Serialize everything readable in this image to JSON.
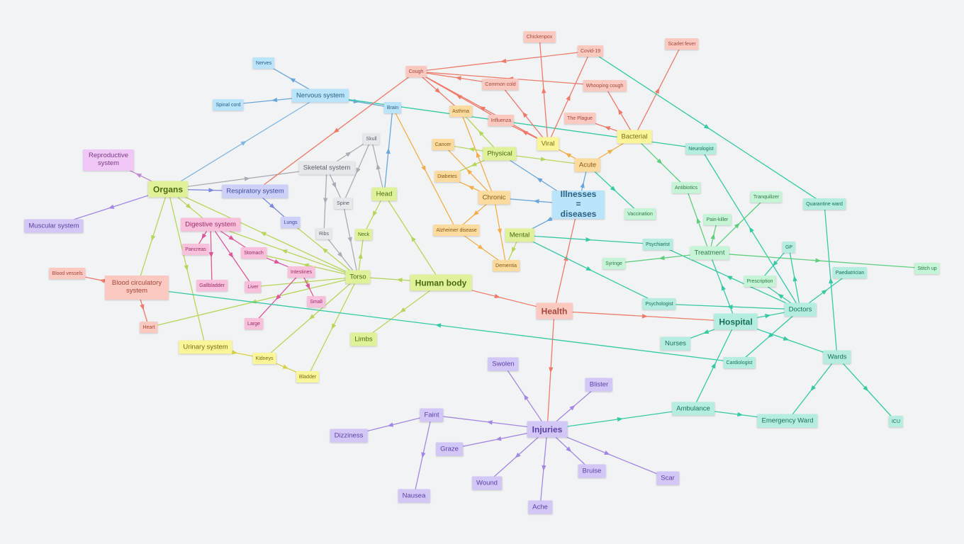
{
  "nodes": {
    "human_body": {
      "label": "Human body",
      "color": "lime"
    },
    "organs": {
      "label": "Organs",
      "color": "lime"
    },
    "torso": {
      "label": "Torso",
      "color": "lime"
    },
    "head": {
      "label": "Head",
      "color": "lime"
    },
    "limbs": {
      "label": "Limbs",
      "color": "lime"
    },
    "neck": {
      "label": "Neck",
      "color": "lime"
    },
    "nervous_system": {
      "label": "Nervous system",
      "color": "blue"
    },
    "nerves": {
      "label": "Nerves",
      "color": "blue"
    },
    "spinal_cord": {
      "label": "Spinal cord",
      "color": "blue"
    },
    "brain": {
      "label": "Brain",
      "color": "blue"
    },
    "reproductive_system": {
      "label": "Reproductive system",
      "color": "violet"
    },
    "muscular_system": {
      "label": "Muscular system",
      "color": "purple"
    },
    "respiratory_system": {
      "label": "Respiratory system",
      "color": "lav"
    },
    "lungs": {
      "label": "Lungs",
      "color": "lav"
    },
    "skeletal_system": {
      "label": "Skeletal system",
      "color": "grey"
    },
    "skull": {
      "label": "Skull",
      "color": "grey"
    },
    "spine": {
      "label": "Spine",
      "color": "grey"
    },
    "ribs": {
      "label": "Ribs",
      "color": "grey"
    },
    "digestive_system": {
      "label": "Digestive system",
      "color": "pink"
    },
    "pancreas": {
      "label": "Pancreas",
      "color": "pink"
    },
    "stomach": {
      "label": "Stomach",
      "color": "pink"
    },
    "intestines": {
      "label": "Intestines",
      "color": "pink"
    },
    "gallbladder": {
      "label": "Gallbladder",
      "color": "pink"
    },
    "liver": {
      "label": "Liver",
      "color": "pink"
    },
    "small": {
      "label": "Small",
      "color": "pink"
    },
    "large": {
      "label": "Large",
      "color": "pink"
    },
    "blood_circulatory_system": {
      "label": "Blood circulatory system",
      "color": "salmon"
    },
    "blood_vessels": {
      "label": "Blood vessels",
      "color": "salmon"
    },
    "heart": {
      "label": "Heart",
      "color": "salmon"
    },
    "urinary_system": {
      "label": "Urinary system",
      "color": "yellow"
    },
    "kidneys": {
      "label": "Kidneys",
      "color": "yellow"
    },
    "bladder": {
      "label": "Bladder",
      "color": "yellow"
    },
    "illnesses": {
      "label": "Illnesses = diseases",
      "color": "blue"
    },
    "physical": {
      "label": "Physical",
      "color": "lime"
    },
    "mental": {
      "label": "Mental",
      "color": "lime"
    },
    "chronic": {
      "label": "Chronic",
      "color": "orange"
    },
    "acute": {
      "label": "Acute",
      "color": "orange"
    },
    "viral": {
      "label": "Viral",
      "color": "yellow"
    },
    "bacterial": {
      "label": "Bacterial",
      "color": "yellow"
    },
    "cancer": {
      "label": "Cancer",
      "color": "orange"
    },
    "diabetes": {
      "label": "Diabetes",
      "color": "orange"
    },
    "asthma": {
      "label": "Asthma",
      "color": "orange"
    },
    "alzheimer": {
      "label": "Alzheimer disease",
      "color": "orange"
    },
    "dementia": {
      "label": "Dementia",
      "color": "orange"
    },
    "cough": {
      "label": "Cough",
      "color": "salmon"
    },
    "common_cold": {
      "label": "Common cold",
      "color": "salmon"
    },
    "influenza": {
      "label": "Influenza",
      "color": "salmon"
    },
    "chickenpox": {
      "label": "Chickenpox",
      "color": "salmon"
    },
    "covid": {
      "label": "Covid-19",
      "color": "salmon"
    },
    "whooping_cough": {
      "label": "Whooping cough",
      "color": "salmon"
    },
    "the_plague": {
      "label": "The Plague",
      "color": "salmon"
    },
    "scarlet_fever": {
      "label": "Scarlet fever",
      "color": "salmon"
    },
    "health": {
      "label": "Health",
      "color": "salmon"
    },
    "hospital": {
      "label": "Hospital",
      "color": "teal"
    },
    "doctors": {
      "label": "Doctors",
      "color": "teal"
    },
    "nurses": {
      "label": "Nurses",
      "color": "teal"
    },
    "wards": {
      "label": "Wards",
      "color": "teal"
    },
    "icu": {
      "label": "ICU",
      "color": "teal"
    },
    "cardiologist": {
      "label": "Cardiologist",
      "color": "teal"
    },
    "psychologist": {
      "label": "Psychologist",
      "color": "teal"
    },
    "psychiatrist": {
      "label": "Psychiarist",
      "color": "teal"
    },
    "neurologist": {
      "label": "Neurologist",
      "color": "teal"
    },
    "quarantine_ward": {
      "label": "Quarantine ward",
      "color": "teal"
    },
    "paediatrician": {
      "label": "Paediatrician",
      "color": "teal"
    },
    "gp": {
      "label": "GP",
      "color": "teal"
    },
    "ambulance": {
      "label": "Ambulance",
      "color": "teal"
    },
    "emergency_ward": {
      "label": "Emergency Ward",
      "color": "teal"
    },
    "treatment": {
      "label": "Treatment",
      "color": "mint"
    },
    "antibiotics": {
      "label": "Antibiotics",
      "color": "mint"
    },
    "tranquilizer": {
      "label": "Tranquilizer",
      "color": "mint"
    },
    "pain_killer": {
      "label": "Pain-killer",
      "color": "mint"
    },
    "vaccination": {
      "label": "Vaccination",
      "color": "mint"
    },
    "syringe": {
      "label": "Syringe",
      "color": "mint"
    },
    "prescription": {
      "label": "Prescription",
      "color": "mint"
    },
    "stitch_up": {
      "label": "Stitch up",
      "color": "mint"
    },
    "injuries": {
      "label": "Injuries",
      "color": "purple"
    },
    "swolen": {
      "label": "Swolen",
      "color": "purple"
    },
    "blister": {
      "label": "Blister",
      "color": "purple"
    },
    "faint": {
      "label": "Faint",
      "color": "purple"
    },
    "dizziness": {
      "label": "Dizziness",
      "color": "purple"
    },
    "graze": {
      "label": "Graze",
      "color": "purple"
    },
    "nausea": {
      "label": "Nausea",
      "color": "purple"
    },
    "wound": {
      "label": "Wound",
      "color": "purple"
    },
    "ache": {
      "label": "Ache",
      "color": "purple"
    },
    "bruise": {
      "label": "Bruise",
      "color": "purple"
    },
    "scar": {
      "label": "Scar",
      "color": "purple"
    }
  },
  "edges": [
    {
      "from": "human_body",
      "to": "torso",
      "color": "#b5d65a"
    },
    {
      "from": "human_body",
      "to": "head",
      "color": "#b5d65a"
    },
    {
      "from": "human_body",
      "to": "limbs",
      "color": "#b5d65a"
    },
    {
      "from": "human_body",
      "to": "health",
      "color": "#ef7a68"
    },
    {
      "from": "torso",
      "to": "organs",
      "color": "#b5d65a"
    },
    {
      "from": "torso",
      "to": "neck",
      "color": "#b5d65a"
    },
    {
      "from": "torso",
      "to": "lungs",
      "color": "#b5d65a"
    },
    {
      "from": "torso",
      "to": "heart",
      "color": "#b5d65a"
    },
    {
      "from": "torso",
      "to": "stomach",
      "color": "#b5d65a"
    },
    {
      "from": "torso",
      "to": "kidneys",
      "color": "#b5d65a"
    },
    {
      "from": "torso",
      "to": "bladder",
      "color": "#b5d65a"
    },
    {
      "from": "torso",
      "to": "liver",
      "color": "#b5d65a"
    },
    {
      "from": "torso",
      "to": "digestive_system",
      "color": "#b5d65a"
    },
    {
      "from": "head",
      "to": "neck",
      "color": "#b5d65a"
    },
    {
      "from": "head",
      "to": "brain",
      "color": "#6aa7d9"
    },
    {
      "from": "head",
      "to": "skull",
      "color": "#a8adb5"
    },
    {
      "from": "organs",
      "to": "nervous_system",
      "color": "#7fb6e0"
    },
    {
      "from": "organs",
      "to": "reproductive_system",
      "color": "#c28ad6"
    },
    {
      "from": "organs",
      "to": "muscular_system",
      "color": "#a287e3"
    },
    {
      "from": "organs",
      "to": "respiratory_system",
      "color": "#7f88e0"
    },
    {
      "from": "organs",
      "to": "skeletal_system",
      "color": "#a8adb5"
    },
    {
      "from": "organs",
      "to": "digestive_system",
      "color": "#b5d65a"
    },
    {
      "from": "organs",
      "to": "blood_circulatory_system",
      "color": "#b5d65a"
    },
    {
      "from": "organs",
      "to": "urinary_system",
      "color": "#b5d65a"
    },
    {
      "from": "nervous_system",
      "to": "nerves",
      "color": "#6aa7d9"
    },
    {
      "from": "nervous_system",
      "to": "spinal_cord",
      "color": "#6aa7d9"
    },
    {
      "from": "nervous_system",
      "to": "brain",
      "color": "#6aa7d9"
    },
    {
      "from": "nervous_system",
      "to": "neurologist",
      "color": "#35c9a4"
    },
    {
      "from": "respiratory_system",
      "to": "lungs",
      "color": "#7f88e0"
    },
    {
      "from": "skeletal_system",
      "to": "skull",
      "color": "#a8adb5"
    },
    {
      "from": "skeletal_system",
      "to": "spine",
      "color": "#a8adb5"
    },
    {
      "from": "skeletal_system",
      "to": "ribs",
      "color": "#a8adb5"
    },
    {
      "from": "spine",
      "to": "torso",
      "color": "#a8adb5"
    },
    {
      "from": "ribs",
      "to": "torso",
      "color": "#a8adb5"
    },
    {
      "from": "skull",
      "to": "spine",
      "color": "#a8adb5"
    },
    {
      "from": "digestive_system",
      "to": "pancreas",
      "color": "#e0559b"
    },
    {
      "from": "digestive_system",
      "to": "stomach",
      "color": "#e0559b"
    },
    {
      "from": "digestive_system",
      "to": "gallbladder",
      "color": "#e0559b"
    },
    {
      "from": "digestive_system",
      "to": "liver",
      "color": "#e0559b"
    },
    {
      "from": "stomach",
      "to": "intestines",
      "color": "#e0559b"
    },
    {
      "from": "intestines",
      "to": "small",
      "color": "#e0559b"
    },
    {
      "from": "intestines",
      "to": "large",
      "color": "#e0559b"
    },
    {
      "from": "blood_circulatory_system",
      "to": "blood_vessels",
      "color": "#ef7a68"
    },
    {
      "from": "blood_circulatory_system",
      "to": "heart",
      "color": "#ef7a68"
    },
    {
      "from": "urinary_system",
      "to": "kidneys",
      "color": "#d8d04a"
    },
    {
      "from": "kidneys",
      "to": "bladder",
      "color": "#d8d04a"
    },
    {
      "from": "cardiologist",
      "to": "blood_circulatory_system",
      "color": "#35c9a4"
    },
    {
      "from": "health",
      "to": "illnesses",
      "color": "#ef7a68"
    },
    {
      "from": "health",
      "to": "injuries",
      "color": "#ef7a68"
    },
    {
      "from": "health",
      "to": "hospital",
      "color": "#ef7a68"
    },
    {
      "from": "illnesses",
      "to": "physical",
      "color": "#6aa7d9"
    },
    {
      "from": "illnesses",
      "to": "mental",
      "color": "#6aa7d9"
    },
    {
      "from": "illnesses",
      "to": "chronic",
      "color": "#6aa7d9"
    },
    {
      "from": "illnesses",
      "to": "acute",
      "color": "#6aa7d9"
    },
    {
      "from": "physical",
      "to": "cancer",
      "color": "#b5d65a"
    },
    {
      "from": "physical",
      "to": "diabetes",
      "color": "#b5d65a"
    },
    {
      "from": "physical",
      "to": "asthma",
      "color": "#b5d65a"
    },
    {
      "from": "physical",
      "to": "acute",
      "color": "#b5d65a"
    },
    {
      "from": "mental",
      "to": "dementia",
      "color": "#b5d65a"
    },
    {
      "from": "mental",
      "to": "psychiatrist",
      "color": "#35c9a4"
    },
    {
      "from": "mental",
      "to": "psychologist",
      "color": "#35c9a4"
    },
    {
      "from": "chronic",
      "to": "cancer",
      "color": "#f3ae4b"
    },
    {
      "from": "chronic",
      "to": "diabetes",
      "color": "#f3ae4b"
    },
    {
      "from": "chronic",
      "to": "alzheimer",
      "color": "#f3ae4b"
    },
    {
      "from": "chronic",
      "to": "dementia",
      "color": "#f3ae4b"
    },
    {
      "from": "chronic",
      "to": "asthma",
      "color": "#f3ae4b"
    },
    {
      "from": "alzheimer",
      "to": "dementia",
      "color": "#f3ae4b"
    },
    {
      "from": "brain",
      "to": "alzheimer",
      "color": "#f3ae4b"
    },
    {
      "from": "acute",
      "to": "viral",
      "color": "#f3ae4b"
    },
    {
      "from": "acute",
      "to": "bacterial",
      "color": "#f3ae4b"
    },
    {
      "from": "acute",
      "to": "vaccination",
      "color": "#35c9a4"
    },
    {
      "from": "viral",
      "to": "cough",
      "color": "#ef7a68"
    },
    {
      "from": "viral",
      "to": "common_cold",
      "color": "#ef7a68"
    },
    {
      "from": "viral",
      "to": "influenza",
      "color": "#ef7a68"
    },
    {
      "from": "viral",
      "to": "chickenpox",
      "color": "#ef7a68"
    },
    {
      "from": "viral",
      "to": "covid",
      "color": "#ef7a68"
    },
    {
      "from": "bacterial",
      "to": "whooping_cough",
      "color": "#ef7a68"
    },
    {
      "from": "bacterial",
      "to": "the_plague",
      "color": "#ef7a68"
    },
    {
      "from": "bacterial",
      "to": "scarlet_fever",
      "color": "#ef7a68"
    },
    {
      "from": "bacterial",
      "to": "antibiotics",
      "color": "#5fcf7e"
    },
    {
      "from": "cough",
      "to": "respiratory_system",
      "color": "#ef7a68"
    },
    {
      "from": "cough",
      "to": "asthma",
      "color": "#ef7a68"
    },
    {
      "from": "covid",
      "to": "cough",
      "color": "#ef7a68"
    },
    {
      "from": "whooping_cough",
      "to": "cough",
      "color": "#ef7a68"
    },
    {
      "from": "common_cold",
      "to": "cough",
      "color": "#ef7a68"
    },
    {
      "from": "influenza",
      "to": "cough",
      "color": "#ef7a68"
    },
    {
      "from": "covid",
      "to": "quarantine_ward",
      "color": "#35c9a4"
    },
    {
      "from": "hospital",
      "to": "doctors",
      "color": "#35c9a4"
    },
    {
      "from": "hospital",
      "to": "nurses",
      "color": "#35c9a4"
    },
    {
      "from": "hospital",
      "to": "wards",
      "color": "#35c9a4"
    },
    {
      "from": "hospital",
      "to": "treatment",
      "color": "#35c9a4"
    },
    {
      "from": "ambulance",
      "to": "hospital",
      "color": "#35c9a4"
    },
    {
      "from": "doctors",
      "to": "cardiologist",
      "color": "#35c9a4"
    },
    {
      "from": "doctors",
      "to": "psychologist",
      "color": "#35c9a4"
    },
    {
      "from": "doctors",
      "to": "psychiatrist",
      "color": "#35c9a4"
    },
    {
      "from": "doctors",
      "to": "neurologist",
      "color": "#35c9a4"
    },
    {
      "from": "doctors",
      "to": "paediatrician",
      "color": "#35c9a4"
    },
    {
      "from": "doctors",
      "to": "gp",
      "color": "#35c9a4"
    },
    {
      "from": "doctors",
      "to": "prescription",
      "color": "#35c9a4"
    },
    {
      "from": "wards",
      "to": "icu",
      "color": "#35c9a4"
    },
    {
      "from": "wards",
      "to": "quarantine_ward",
      "color": "#35c9a4"
    },
    {
      "from": "wards",
      "to": "emergency_ward",
      "color": "#35c9a4"
    },
    {
      "from": "treatment",
      "to": "antibiotics",
      "color": "#5fcf7e"
    },
    {
      "from": "treatment",
      "to": "tranquilizer",
      "color": "#5fcf7e"
    },
    {
      "from": "treatment",
      "to": "pain_killer",
      "color": "#5fcf7e"
    },
    {
      "from": "treatment",
      "to": "syringe",
      "color": "#5fcf7e"
    },
    {
      "from": "treatment",
      "to": "stitch_up",
      "color": "#5fcf7e"
    },
    {
      "from": "gp",
      "to": "prescription",
      "color": "#35c9a4"
    },
    {
      "from": "injuries",
      "to": "swolen",
      "color": "#a287e3"
    },
    {
      "from": "injuries",
      "to": "blister",
      "color": "#a287e3"
    },
    {
      "from": "injuries",
      "to": "faint",
      "color": "#a287e3"
    },
    {
      "from": "injuries",
      "to": "graze",
      "color": "#a287e3"
    },
    {
      "from": "injuries",
      "to": "wound",
      "color": "#a287e3"
    },
    {
      "from": "injuries",
      "to": "ache",
      "color": "#a287e3"
    },
    {
      "from": "injuries",
      "to": "bruise",
      "color": "#a287e3"
    },
    {
      "from": "injuries",
      "to": "scar",
      "color": "#a287e3"
    },
    {
      "from": "injuries",
      "to": "ambulance",
      "color": "#35c9a4"
    },
    {
      "from": "faint",
      "to": "dizziness",
      "color": "#a287e3"
    },
    {
      "from": "faint",
      "to": "nausea",
      "color": "#a287e3"
    },
    {
      "from": "ambulance",
      "to": "emergency_ward",
      "color": "#35c9a4"
    }
  ]
}
